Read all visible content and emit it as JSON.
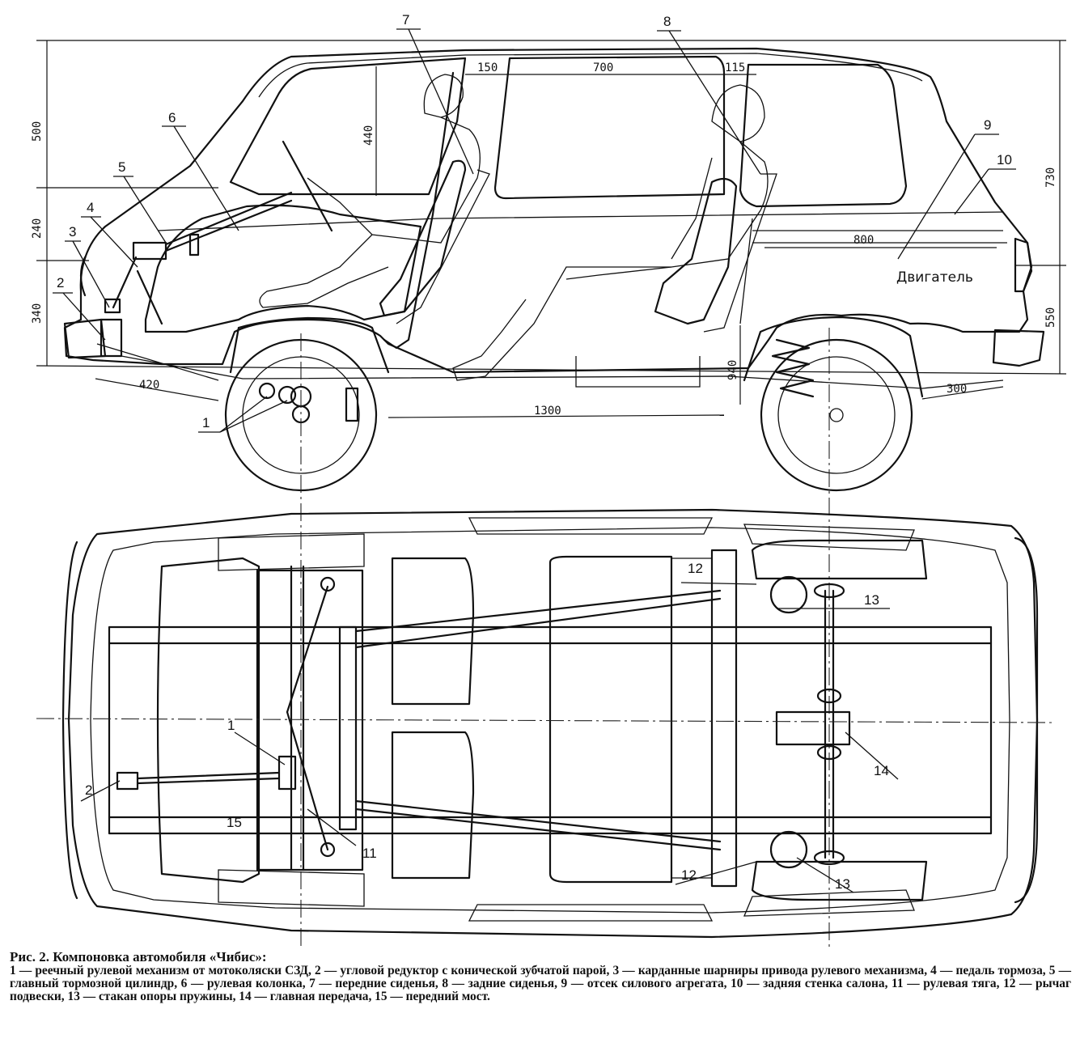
{
  "figure": {
    "title": "Рис. 2. Компоновка автомобиля «Чибис»:",
    "legend_text": "1 — реечный рулевой механизм от мотоколяски СЗД, 2 — угловой редуктор с конической зубчатой парой, 3 — карданные шарниры привода рулевого механизма, 4 — педаль тормоза, 5 — главный тормозной цилиндр, 6 — рулевая колонка, 7 — передние сиденья, 8 — задние сиденья, 9 — отсек силового агрегата, 10 — задняя стенка салона, 11 — рулевая тяга, 12 — рычаг подвески, 13 — стакан опоры пружины, 14 — главная передача, 15 — передний мост."
  },
  "side_view": {
    "engine_label": "Двигатель",
    "dimensions": {
      "d150": "150",
      "d700": "700",
      "d115": "115",
      "d440": "440",
      "d500": "500",
      "d240": "240",
      "d340": "340",
      "d730": "730",
      "d550": "550",
      "d800": "800",
      "d420": "420",
      "d1300": "1300",
      "d300": "300",
      "d940": "940"
    },
    "callouts": {
      "c1": "1",
      "c2": "2",
      "c3": "3",
      "c4": "4",
      "c5": "5",
      "c6": "6",
      "c7": "7",
      "c8": "8",
      "c9": "9",
      "c10": "10"
    }
  },
  "top_view": {
    "callouts": {
      "c1": "1",
      "c2": "2",
      "c11": "11",
      "c12a": "12",
      "c12b": "12",
      "c13a": "13",
      "c13b": "13",
      "c14": "14",
      "c15": "15"
    }
  }
}
